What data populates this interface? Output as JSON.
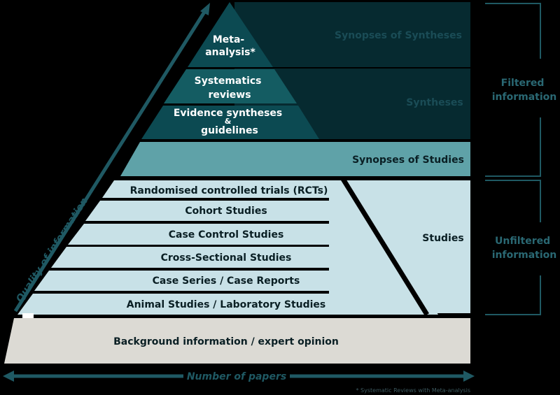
{
  "pyramid": {
    "meta": [
      "Meta-",
      "analysis*"
    ],
    "systematic": [
      "Systematics",
      "reviews"
    ],
    "evidence": [
      "Evidence syntheses",
      "&",
      "guidelines"
    ],
    "rcts": "Randomised controlled trials (RCTs)",
    "cohort": "Cohort Studies",
    "case_control": "Case Control Studies",
    "cross_sectional": "Cross-Sectional Studies",
    "case_series": "Case Series / Case Reports",
    "animal": "Animal Studies / Laboratory Studies",
    "background": "Background information / expert opinion"
  },
  "categories": {
    "synopses_syntheses": "Synopses of Syntheses",
    "syntheses": "Syntheses",
    "synopses_studies": "Synopses of Studies",
    "studies": "Studies"
  },
  "groups": {
    "filtered": [
      "Filtered",
      "information"
    ],
    "unfiltered": [
      "Unfiltered",
      "information"
    ]
  },
  "axes": {
    "vertical": "Quality of information",
    "horizontal": "Number of papers"
  },
  "footnote": "* Systematic Reviews with Meta-analysis",
  "colors": {
    "dark_teal": "#062a30",
    "deep_teal": "#0c4a52",
    "mid_teal": "#145c62",
    "light_teal": "#5fa2a8",
    "pale_blue": "#c8e1e7",
    "beige": "#dcdad4",
    "label_teal": "#1f5963"
  }
}
